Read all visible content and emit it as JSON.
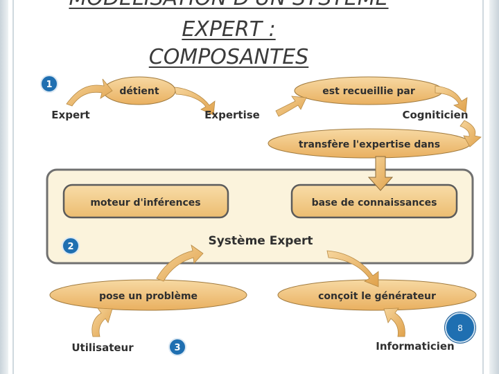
{
  "title": {
    "line0": "MODÉLISATION D'UN SYSTÈME",
    "line1": "EXPERT :",
    "line2": "COMPOSANTES"
  },
  "diagram": {
    "steps": [
      "1",
      "2",
      "3"
    ],
    "nodes": {
      "expert": "Expert",
      "expertise": "Expertise",
      "cogniticien": "Cogniticien",
      "utilisateur": "Utilisateur",
      "informaticien": "Informaticien",
      "systeme_expert": "Système Expert"
    },
    "relations": {
      "detient": "détient",
      "est_recueillie_par": "est recueillie par",
      "transfere": "transfère l'expertise dans",
      "pose_probleme": "pose un problème",
      "concoit": "conçoit le générateur"
    },
    "components": {
      "moteur": "moteur d'inférences",
      "base": "base de connaissances"
    }
  },
  "page_number": "8",
  "colors": {
    "bubble_fill": "#f0c27a",
    "bubble_stroke": "#8a6a3a",
    "panel_fill": "#fbf3dc",
    "panel_stroke": "#6f6f6f",
    "arrow_fill": "#e8b768",
    "text": "#2f2f2f",
    "badge": "#1f6fb1"
  }
}
